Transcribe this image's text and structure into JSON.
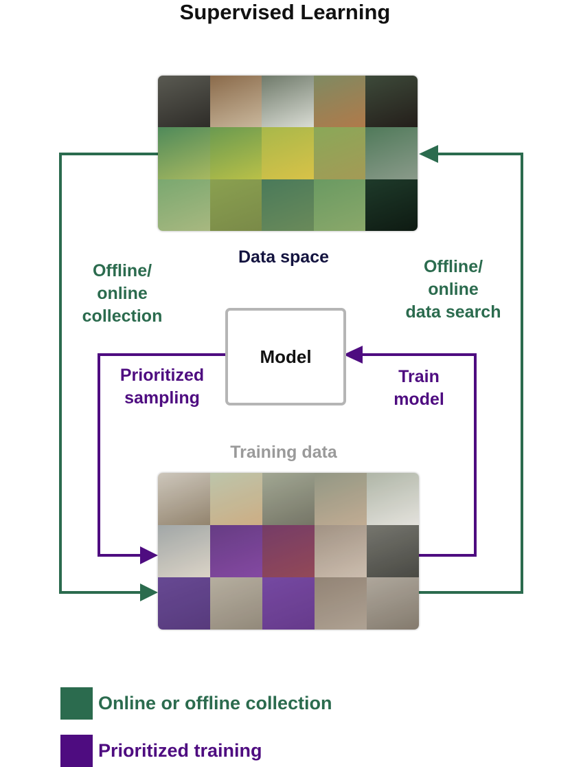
{
  "title": "Supervised Learning",
  "labels": {
    "data_space": "Data space",
    "model": "Model",
    "training_data": "Training data",
    "left_collection": [
      "Offline/",
      "online",
      "collection"
    ],
    "right_search": [
      "Offline/",
      "online",
      "data search"
    ],
    "prioritized_sampling": [
      "Prioritized",
      "sampling"
    ],
    "train_model": [
      "Train",
      "model"
    ]
  },
  "legend": [
    {
      "label": "Online or offline collection",
      "color": "#2b6b4e"
    },
    {
      "label": "Prioritized training",
      "color": "#4e0c80"
    }
  ],
  "colors": {
    "collection": "#2b6b4e",
    "prioritized": "#4e0c80"
  },
  "data_space_images": [
    "dog-photo",
    "dog-photo",
    "dog-photo",
    "dog-photo",
    "dog-photo",
    "tiger-photo",
    "leopard-photo",
    "lion-photo",
    "lion-photo",
    "wolf-photo",
    "cat-photo",
    "cat-photo",
    "cat-photo",
    "cat-photo",
    "cat-photo"
  ],
  "training_data_images": [
    "dog-photo",
    "dog-photo",
    "dog-photo",
    "dog-photo",
    "dog-photo",
    "dog-photo",
    "dog-photo",
    "dog-photo",
    "dog-photo",
    "dog-photo",
    "dog-photo",
    "dog-photo",
    "dog-photo",
    "dog-photo",
    "dog-photo"
  ]
}
